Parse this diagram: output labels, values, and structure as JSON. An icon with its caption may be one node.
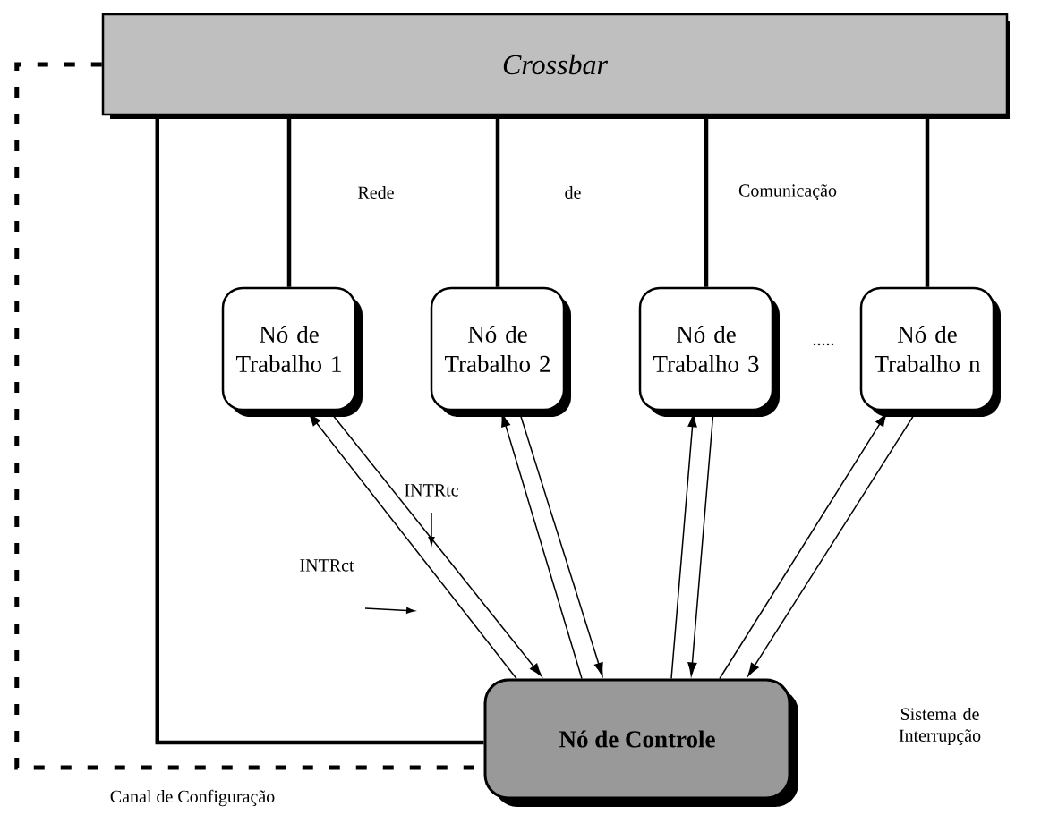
{
  "diagram": {
    "nodes": [
      {
        "text": [
          "Crossbar"
        ]
      },
      {
        "text": [
          "Nó de Trabalho 1"
        ]
      },
      {
        "text": [
          "Nó de Trabalho 2"
        ]
      },
      {
        "text": [
          "Nó de Trabalho 3"
        ]
      },
      {
        "text": [
          "Nó de Trabalho n"
        ]
      },
      {
        "text": [
          "Nó de Controle"
        ]
      }
    ],
    "edges": [
      {
        "from": 0,
        "to": 1,
        "arrow": "none",
        "style": "thick"
      },
      {
        "from": 0,
        "to": 2,
        "arrow": "none",
        "style": "thick"
      },
      {
        "from": 0,
        "to": 3,
        "arrow": "none",
        "style": "thick"
      },
      {
        "from": 0,
        "to": 4,
        "arrow": "none",
        "style": "thick"
      },
      {
        "from": 0,
        "to": 5,
        "arrow": "none",
        "style": "thick"
      },
      {
        "from": 0,
        "to": 5,
        "arrow": "none",
        "style": "dashed"
      },
      {
        "from": 5,
        "to": 1,
        "arrow": "to"
      },
      {
        "from": 1,
        "to": 5,
        "arrow": "to"
      },
      {
        "from": 5,
        "to": 2,
        "arrow": "to"
      },
      {
        "from": 2,
        "to": 5,
        "arrow": "to"
      },
      {
        "from": 5,
        "to": 3,
        "arrow": "to"
      },
      {
        "from": 3,
        "to": 5,
        "arrow": "to"
      },
      {
        "from": 5,
        "to": 4,
        "arrow": "to"
      },
      {
        "from": 4,
        "to": 5,
        "arrow": "to"
      }
    ],
    "labels": [
      "Rede",
      "de",
      "Comunicação",
      ".....",
      "INTRtc",
      "INTRct",
      "Sistema de Interrupção",
      "Canal de Configuração"
    ]
  }
}
